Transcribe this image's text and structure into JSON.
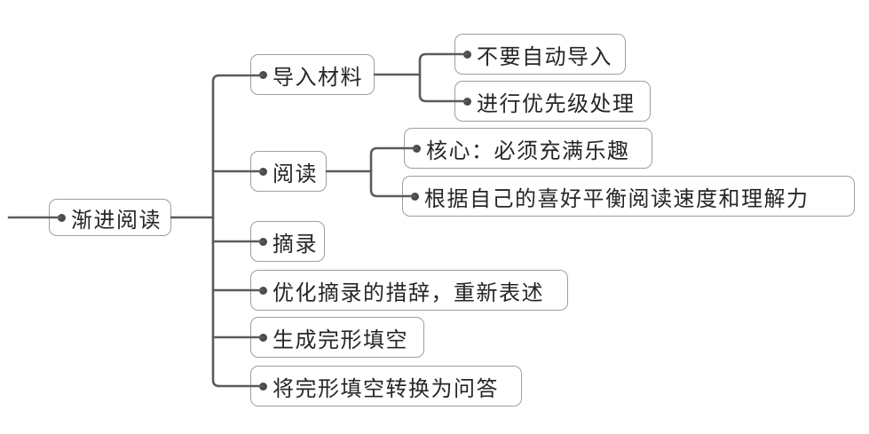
{
  "diagram": {
    "type": "mindmap",
    "root": {
      "label": "渐进阅读"
    },
    "branches": [
      {
        "label": "导入材料",
        "children": [
          {
            "label": "不要自动导入"
          },
          {
            "label": "进行优先级处理"
          }
        ]
      },
      {
        "label": "阅读",
        "children": [
          {
            "label": "核心：必须充满乐趣"
          },
          {
            "label": "根据自己的喜好平衡阅读速度和理解力"
          }
        ]
      },
      {
        "label": "摘录",
        "children": []
      },
      {
        "label": "优化摘录的措辞，重新表述",
        "children": []
      },
      {
        "label": "生成完形填空",
        "children": []
      },
      {
        "label": "将完形填空转换为问答",
        "children": []
      }
    ],
    "colors": {
      "line": "#5b5b5b",
      "node_border": "#9e9e9e",
      "bullet": "#4a4a4a",
      "text": "#262626",
      "background": "#ffffff"
    }
  }
}
